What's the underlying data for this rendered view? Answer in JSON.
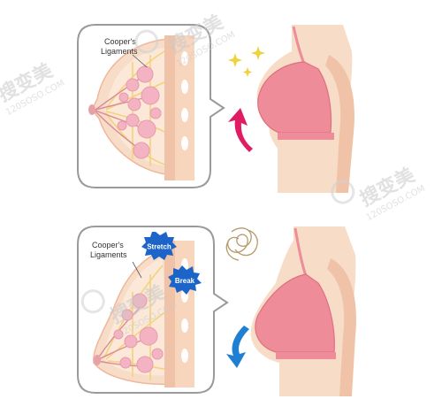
{
  "top_panel": {
    "label_line1": "Cooper's",
    "label_line2": "Ligaments"
  },
  "bottom_panel": {
    "label_line1": "Cooper's",
    "label_line2": "Ligaments",
    "stretch_label": "Stretch",
    "break_label": "Break"
  },
  "watermark": {
    "brand": "搜变美",
    "site": "120SOSO.COM"
  },
  "colors": {
    "panel_border": "#9a9a9a",
    "skin": "#f7dcc8",
    "skin_shade": "#f0c3a8",
    "bra": "#ef8c9a",
    "lobule": "#f3b3c2",
    "ligament": "#f3d37a",
    "duct": "#d98a98",
    "rib": "#f8d6be",
    "arrow_up": "#e01d63",
    "arrow_down": "#1f7fd2",
    "burst": "#1c64c8",
    "sparkle": "#f0d23c"
  }
}
